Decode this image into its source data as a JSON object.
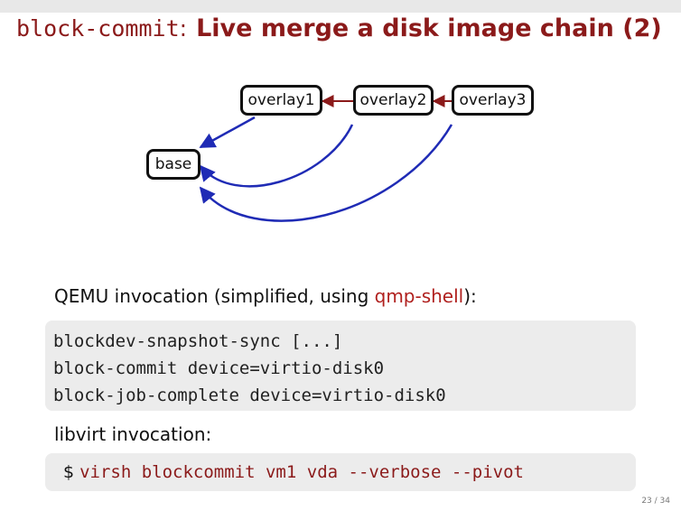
{
  "title": {
    "code": "block-commit",
    "colon": ":",
    "text": "Live merge a disk image chain (2)"
  },
  "diagram": {
    "nodes": {
      "base": "base",
      "overlay1": "overlay1",
      "overlay2": "overlay2",
      "overlay3": "overlay3"
    },
    "colors": {
      "backing_arrow": "#8b1a1a",
      "commit_arrow": "#1f2bb5"
    }
  },
  "qemu": {
    "label_prefix": "QEMU invocation (simplified, using ",
    "label_accent": "qmp-shell",
    "label_suffix": "):",
    "lines": [
      "blockdev-snapshot-sync [...]",
      "block-commit device=virtio-disk0",
      "block-job-complete device=virtio-disk0"
    ]
  },
  "libvirt": {
    "label": "libvirt invocation:",
    "prompt": "$",
    "command": "virsh blockcommit vm1 vda --verbose --pivot"
  },
  "footer": {
    "page": "23 / 34"
  },
  "colors": {
    "accent": "#b0201e",
    "title": "#8b1a1a",
    "code_bg": "#ececec"
  }
}
